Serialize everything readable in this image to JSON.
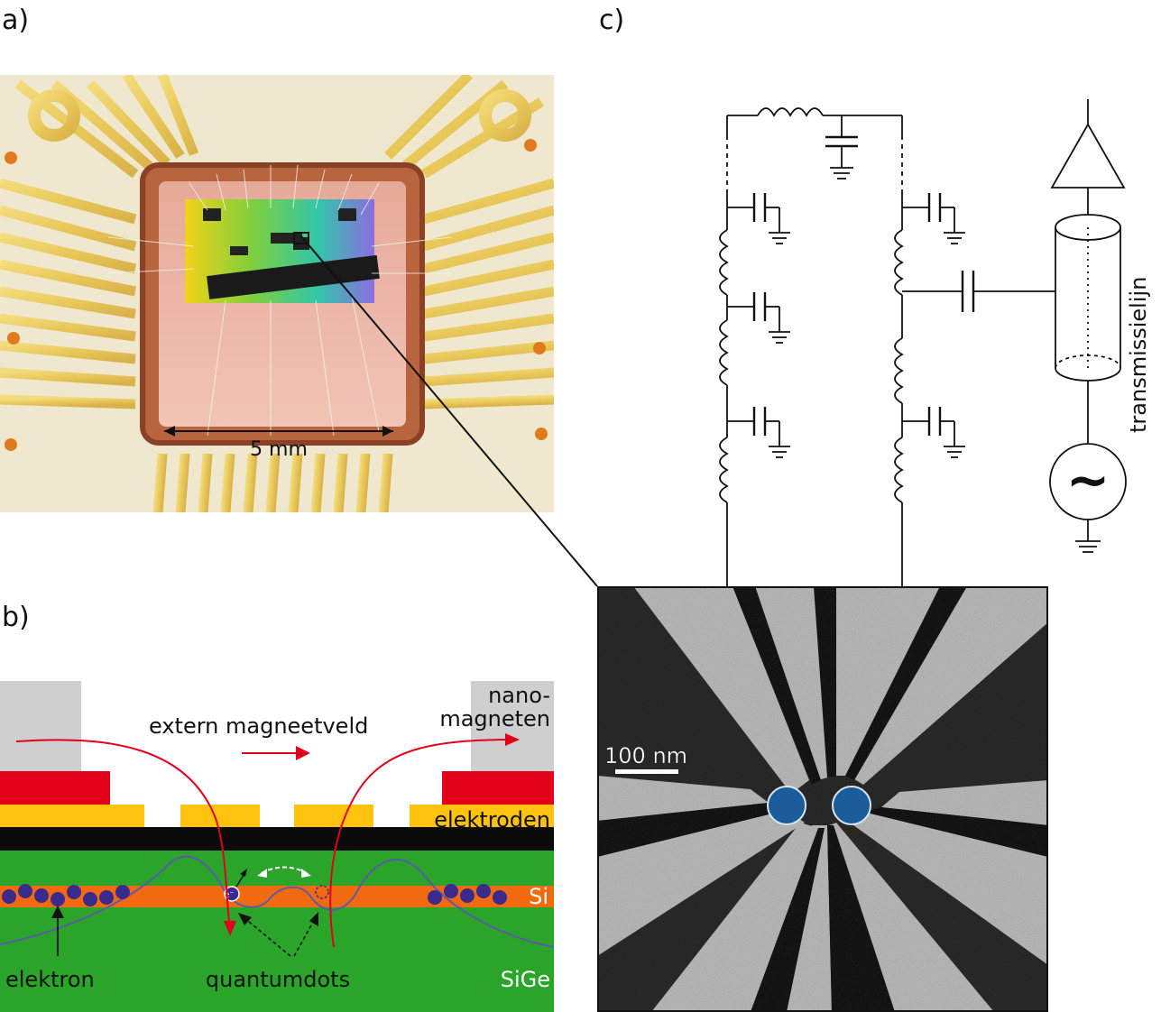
{
  "panels": {
    "a": {
      "label": "a)",
      "scale_label": "5 mm"
    },
    "b": {
      "label": "b)",
      "field_label": "extern magneetveld",
      "nanomagnets_label_line1": "nano-",
      "nanomagnets_label_line2": "magneten",
      "electrodes_label": "elektroden",
      "si_label": "Si",
      "sige_label": "SiGe",
      "electron_label": "elektron",
      "quantumdots_label": "quantumdots",
      "electron_symbol": "e⁻"
    },
    "c": {
      "label": "c)",
      "transmission_label": "transmissielijn",
      "scalebar_label": "100 nm",
      "source_symbol": "~"
    }
  },
  "colors": {
    "nanomagnet": "#cfcfcf",
    "red_layer": "#e3001b",
    "electrode": "#ffc20e",
    "oxide": "#0a0a0a",
    "sige": "#2aa52a",
    "si": "#f26a10",
    "electron": "#3a2a8c",
    "field_line": "#e3001b",
    "quantum_dot": "#1a5d9a"
  }
}
